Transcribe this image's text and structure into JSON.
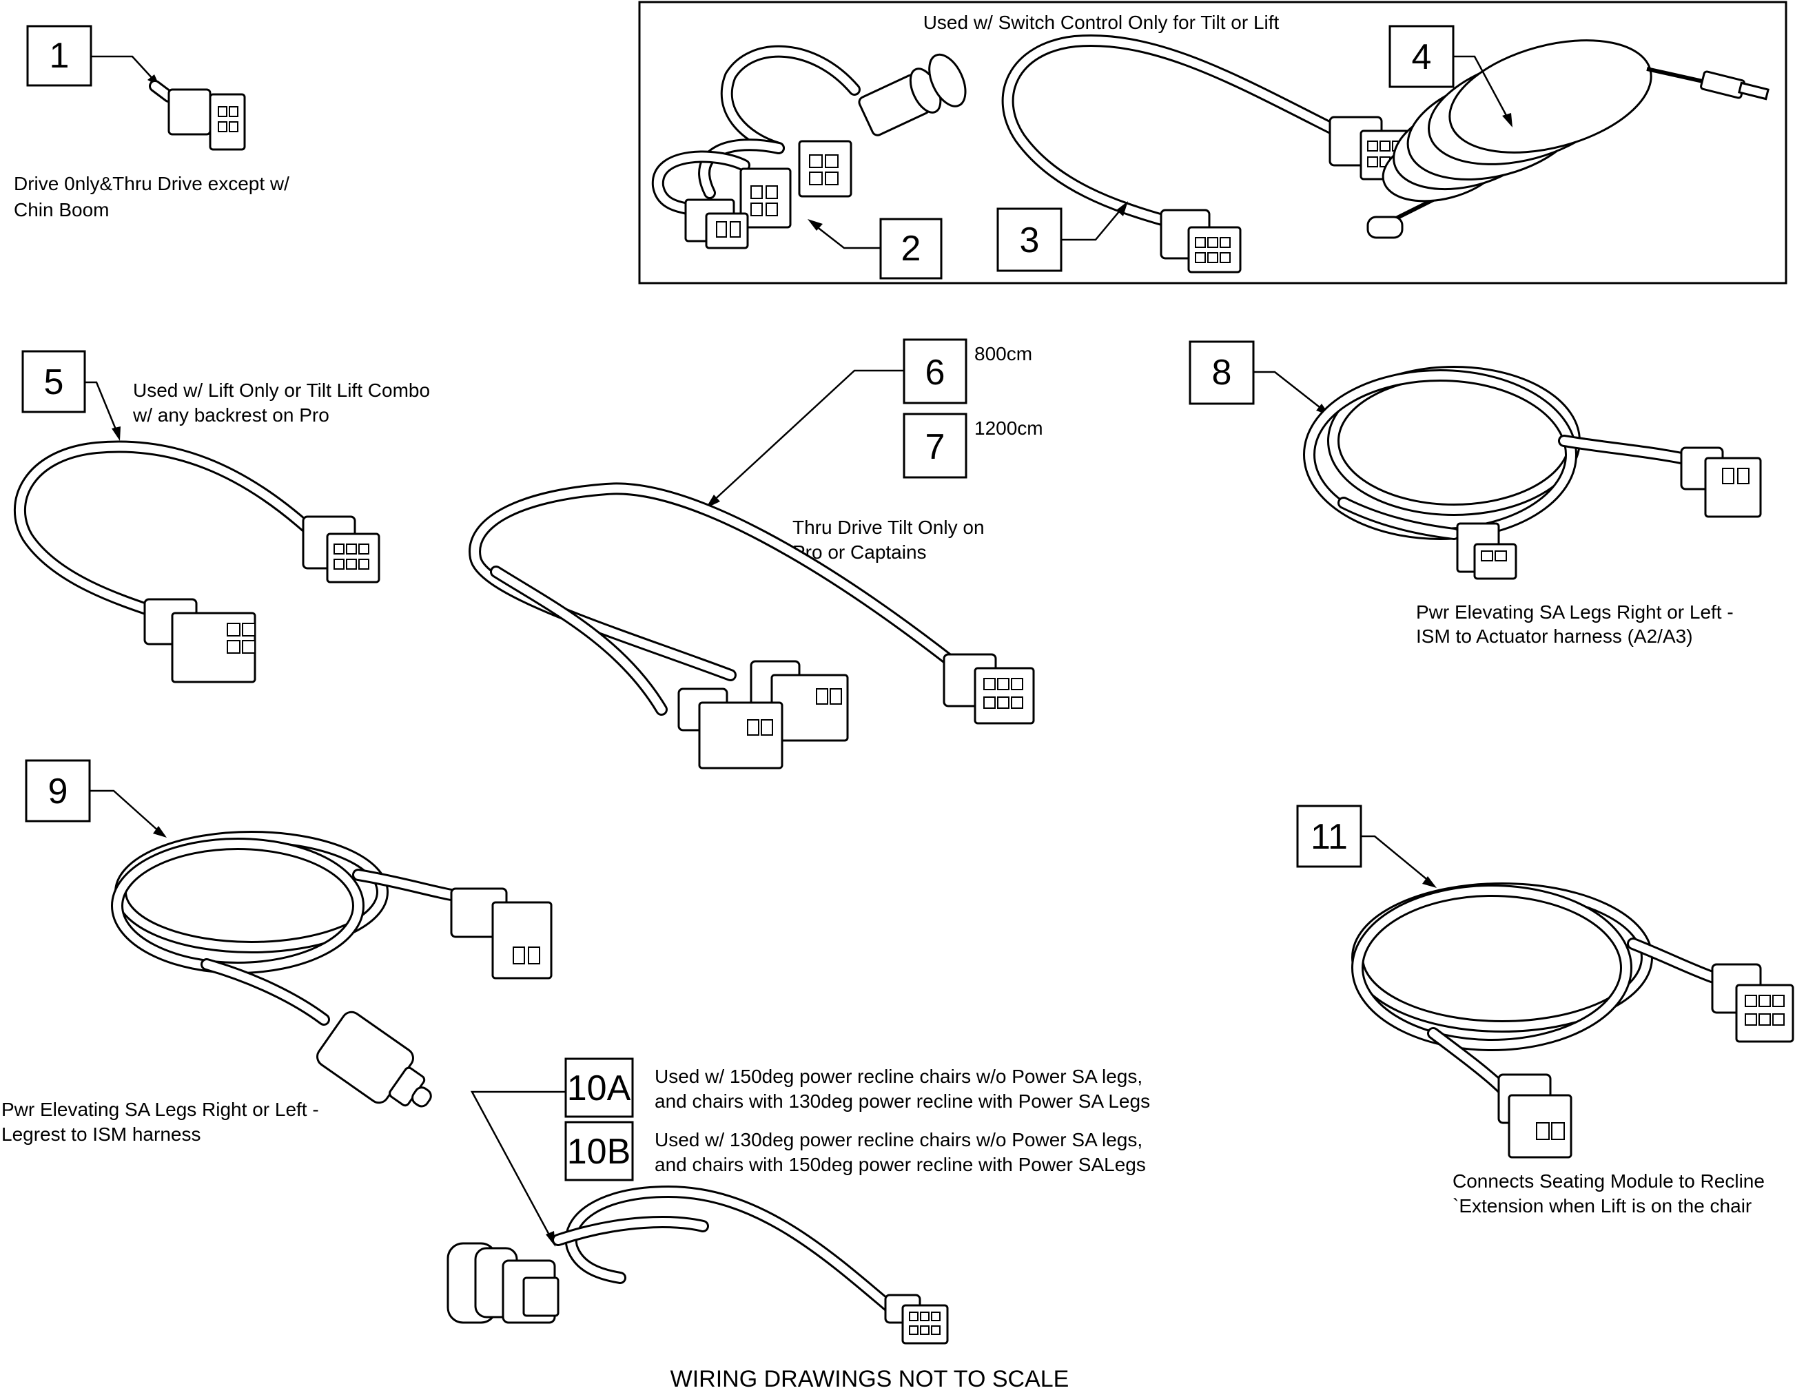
{
  "callouts": {
    "c1": "1",
    "c2": "2",
    "c3": "3",
    "c4": "4",
    "c5": "5",
    "c6": "6",
    "c7": "7",
    "c8": "8",
    "c9": "9",
    "c10a": "10A",
    "c10b": "10B",
    "c11": "11"
  },
  "labels": {
    "item1": [
      "Drive 0nly&Thru Drive except w/",
      "Chin Boom"
    ],
    "group_2_4": "Used w/ Switch Control Only for Tilt or Lift",
    "item5": [
      "Used w/ Lift Only or Tilt Lift Combo",
      "w/ any backrest on Pro"
    ],
    "item6_length": "800cm",
    "item7_length": "1200cm",
    "item6_7": [
      "Thru Drive Tilt Only on",
      "Pro or Captains"
    ],
    "item8": [
      "Pwr Elevating SA Legs Right or Left -",
      "ISM to Actuator harness (A2/A3)"
    ],
    "item9": [
      "Pwr Elevating SA Legs Right or Left -",
      "Legrest to ISM harness"
    ],
    "item10a": [
      "Used w/ 150deg power recline chairs w/o Power SA legs,",
      "and chairs with 130deg power recline with Power SA Legs"
    ],
    "item10b": [
      "Used w/ 130deg power recline chairs w/o Power SA legs,",
      "and chairs with 150deg power recline with Power SALegs"
    ],
    "item11": [
      "Connects Seating Module to Recline",
      "`Extension when Lift is on the chair"
    ]
  },
  "footer": "WIRING DRAWINGS NOT TO SCALE"
}
